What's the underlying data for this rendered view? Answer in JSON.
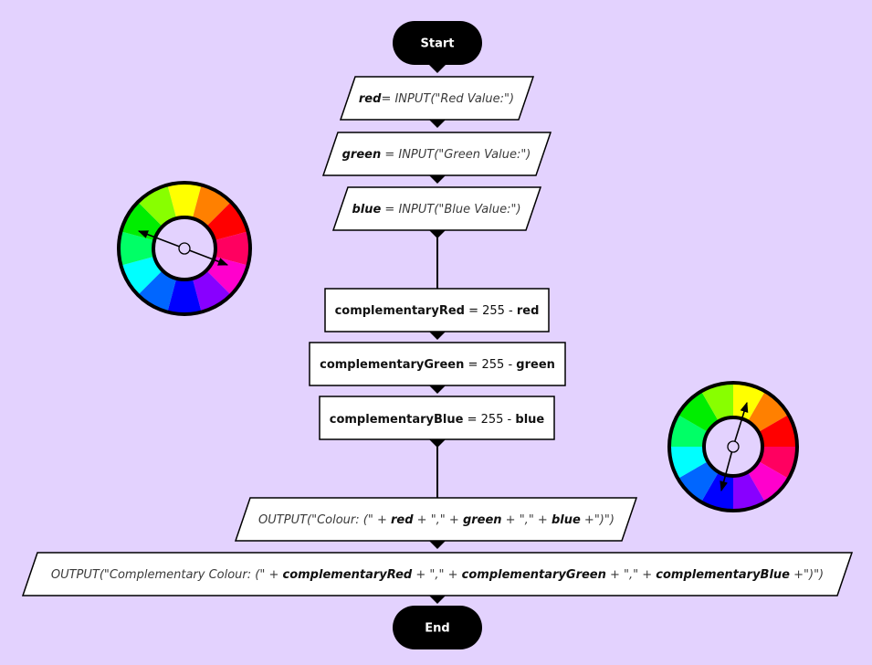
{
  "terminals": {
    "start": "Start",
    "end": "End"
  },
  "inputs": [
    {
      "var": "red",
      "rest": "= INPUT(\"Red Value:\")"
    },
    {
      "var": "green",
      "rest": " = INPUT(\"Green Value:\")"
    },
    {
      "var": "blue",
      "rest": " = INPUT(\"Blue Value:\")"
    }
  ],
  "processes": [
    {
      "target": "complementaryRed",
      "op": " = 255 - ",
      "source": "red"
    },
    {
      "target": "complementaryGreen",
      "op": " = 255 - ",
      "source": "green"
    },
    {
      "target": "complementaryBlue",
      "op": " = 255 - ",
      "source": "blue"
    }
  ],
  "output1": {
    "p1": "OUTPUT(\"Colour: (\" + ",
    "v1": "red",
    "p2": " + \",\" + ",
    "v2": "green",
    "p3": " + \",\" + ",
    "v3": "blue",
    "p4": " +\")\")"
  },
  "output2": {
    "p1": "OUTPUT(\"Complementary Colour: (\" + ",
    "v1": "complementaryRed",
    "p2": " + \",\" + ",
    "v2": "complementaryGreen",
    "p3": " + \",\" + ",
    "v3": "complementaryBlue",
    "p4": " +\")\")"
  },
  "colours": {
    "background": "#e3d2fe",
    "wheel_segments": [
      "#ffff00",
      "#ff8000",
      "#ff0000",
      "#ff0060",
      "#ff00cc",
      "#8800ff",
      "#0000ff",
      "#0066ff",
      "#00ffff",
      "#00ff66",
      "#00ee00",
      "#88ff00"
    ]
  }
}
